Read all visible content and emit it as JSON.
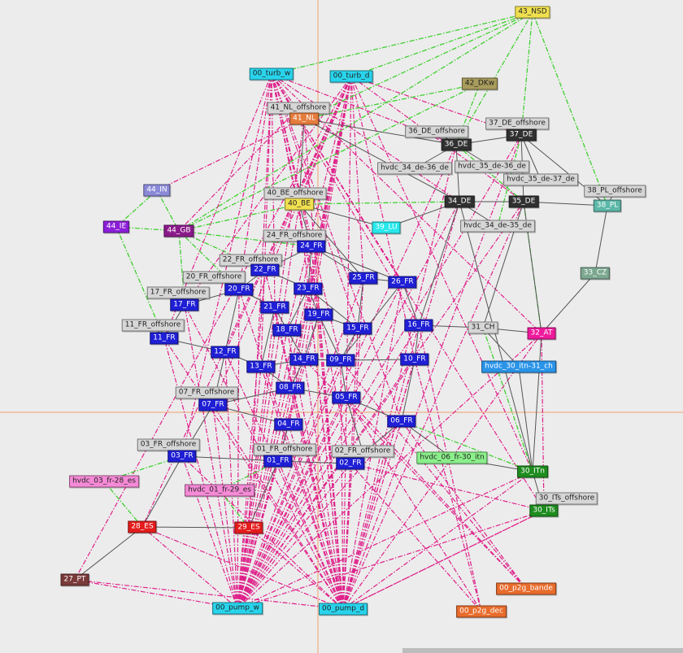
{
  "palette": {
    "blue": "#1f1fd6",
    "gray": "#d6d6d6",
    "dark": "#303030",
    "cyan": "#28d4ec",
    "orange": "#e47c3c",
    "violet": "#8c1ed8",
    "magenta": "#8a1a8a",
    "pink": "#f58ad6",
    "red": "#e41c1c",
    "brown": "#7a3a3a",
    "green": "#1e8c1e",
    "lime": "#8af08a",
    "yellow": "#f0e050",
    "olive": "#a89c5c",
    "teal": "#5cb8a8",
    "periwinkle": "#8a8ad8",
    "hotpink": "#ee1a9c",
    "lightblue": "#2a94e8",
    "sage": "#7ca890",
    "burntorange": "#e86c2c",
    "lightcyan": "#28e8ec",
    "line_gray": "#555555",
    "line_pink": "#e0208a",
    "line_green": "#40d030",
    "crosshair": "#f0a070"
  },
  "nodes": [
    {
      "id": "43_NSD",
      "label": "43_NSD",
      "color": "yellow",
      "text": "#222"
    },
    {
      "id": "00_turb_w",
      "label": "00_turb_w",
      "color": "cyan",
      "text": "#222"
    },
    {
      "id": "00_turb_d",
      "label": "00_turb_d",
      "color": "cyan",
      "text": "#222"
    },
    {
      "id": "42_DKw",
      "label": "42_DKw",
      "color": "olive",
      "text": "#222"
    },
    {
      "id": "41_NL_offshore",
      "label": "41_NL_offshore",
      "color": "gray",
      "text": "#222"
    },
    {
      "id": "41_NL",
      "label": "41_NL",
      "color": "orange",
      "text": "#fff"
    },
    {
      "id": "37_DE_offshore",
      "label": "37_DE_offshore",
      "color": "gray",
      "text": "#222"
    },
    {
      "id": "36_DE_offshore",
      "label": "36_DE_offshore",
      "color": "gray",
      "text": "#222"
    },
    {
      "id": "37_DE",
      "label": "37_DE",
      "color": "dark",
      "text": "#fff"
    },
    {
      "id": "36_DE",
      "label": "36_DE",
      "color": "dark",
      "text": "#fff"
    },
    {
      "id": "hvdc_34_de-36_de",
      "label": "hvdc_34_de-36_de",
      "color": "gray",
      "text": "#222"
    },
    {
      "id": "hvdc_35_de-36_de",
      "label": "hvdc_35_de-36_de",
      "color": "gray",
      "text": "#222"
    },
    {
      "id": "hvdc_35_de-37_de",
      "label": "hvdc_35_de-37_de",
      "color": "gray",
      "text": "#222"
    },
    {
      "id": "44_IN",
      "label": "44_IN",
      "color": "periwinkle",
      "text": "#fff"
    },
    {
      "id": "40_BE_offshore",
      "label": "40_BE_offshore",
      "color": "gray",
      "text": "#222"
    },
    {
      "id": "38_PL_offshore",
      "label": "38_PL_offshore",
      "color": "gray",
      "text": "#222"
    },
    {
      "id": "40_BE",
      "label": "40_BE",
      "color": "yellow",
      "text": "#222"
    },
    {
      "id": "34_DE",
      "label": "34_DE",
      "color": "dark",
      "text": "#fff"
    },
    {
      "id": "35_DE",
      "label": "35_DE",
      "color": "dark",
      "text": "#fff"
    },
    {
      "id": "38_PL",
      "label": "38_PL",
      "color": "teal",
      "text": "#fff"
    },
    {
      "id": "44_IE",
      "label": "44_IE",
      "color": "violet",
      "text": "#fff"
    },
    {
      "id": "44_GB",
      "label": "44_GB",
      "color": "magenta",
      "text": "#fff"
    },
    {
      "id": "39_LU",
      "label": "39_LU",
      "color": "lightcyan",
      "text": "#fff"
    },
    {
      "id": "hvdc_34_de-35_de",
      "label": "hvdc_34_de-35_de",
      "color": "gray",
      "text": "#222"
    },
    {
      "id": "24_FR_offshore",
      "label": "24_FR_offshore",
      "color": "gray",
      "text": "#222"
    },
    {
      "id": "24_FR",
      "label": "24_FR",
      "color": "blue",
      "text": "#fff"
    },
    {
      "id": "22_FR_offshore",
      "label": "22_FR_offshore",
      "color": "gray",
      "text": "#222"
    },
    {
      "id": "22_FR",
      "label": "22_FR",
      "color": "blue",
      "text": "#fff"
    },
    {
      "id": "33_CZ",
      "label": "33_CZ",
      "color": "sage",
      "text": "#fff"
    },
    {
      "id": "20_FR_offshore",
      "label": "20_FR_offshore",
      "color": "gray",
      "text": "#222"
    },
    {
      "id": "25_FR",
      "label": "25_FR",
      "color": "blue",
      "text": "#fff"
    },
    {
      "id": "26_FR",
      "label": "26_FR",
      "color": "blue",
      "text": "#fff"
    },
    {
      "id": "17_FR_offshore",
      "label": "17_FR_offshore",
      "color": "gray",
      "text": "#222"
    },
    {
      "id": "20_FR",
      "label": "20_FR",
      "color": "blue",
      "text": "#fff"
    },
    {
      "id": "23_FR",
      "label": "23_FR",
      "color": "blue",
      "text": "#fff"
    },
    {
      "id": "17_FR",
      "label": "17_FR",
      "color": "blue",
      "text": "#fff"
    },
    {
      "id": "21_FR",
      "label": "21_FR",
      "color": "blue",
      "text": "#fff"
    },
    {
      "id": "19_FR",
      "label": "19_FR",
      "color": "blue",
      "text": "#fff"
    },
    {
      "id": "11_FR_offshore",
      "label": "11_FR_offshore",
      "color": "gray",
      "text": "#222"
    },
    {
      "id": "16_FR",
      "label": "16_FR",
      "color": "blue",
      "text": "#fff"
    },
    {
      "id": "31_CH",
      "label": "31_CH",
      "color": "gray",
      "text": "#222"
    },
    {
      "id": "18_FR",
      "label": "18_FR",
      "color": "blue",
      "text": "#fff"
    },
    {
      "id": "15_FR",
      "label": "15_FR",
      "color": "blue",
      "text": "#fff"
    },
    {
      "id": "32_AT",
      "label": "32_AT",
      "color": "hotpink",
      "text": "#fff"
    },
    {
      "id": "11_FR",
      "label": "11_FR",
      "color": "blue",
      "text": "#fff"
    },
    {
      "id": "12_FR",
      "label": "12_FR",
      "color": "blue",
      "text": "#fff"
    },
    {
      "id": "14_FR",
      "label": "14_FR",
      "color": "blue",
      "text": "#fff"
    },
    {
      "id": "09_FR",
      "label": "09_FR",
      "color": "blue",
      "text": "#fff"
    },
    {
      "id": "10_FR",
      "label": "10_FR",
      "color": "blue",
      "text": "#fff"
    },
    {
      "id": "13_FR",
      "label": "13_FR",
      "color": "blue",
      "text": "#fff"
    },
    {
      "id": "hvdc_30_itn-31_ch",
      "label": "hvdc_30_itn-31_ch",
      "color": "lightblue",
      "text": "#fff"
    },
    {
      "id": "08_FR",
      "label": "08_FR",
      "color": "blue",
      "text": "#fff"
    },
    {
      "id": "07_FR_offshore",
      "label": "07_FR_offshore",
      "color": "gray",
      "text": "#222"
    },
    {
      "id": "05_FR",
      "label": "05_FR",
      "color": "blue",
      "text": "#fff"
    },
    {
      "id": "07_FR",
      "label": "07_FR",
      "color": "blue",
      "text": "#fff"
    },
    {
      "id": "06_FR",
      "label": "06_FR",
      "color": "blue",
      "text": "#fff"
    },
    {
      "id": "04_FR",
      "label": "04_FR",
      "color": "blue",
      "text": "#fff"
    },
    {
      "id": "03_FR_offshore",
      "label": "03_FR_offshore",
      "color": "gray",
      "text": "#222"
    },
    {
      "id": "01_FR_offshore",
      "label": "01_FR_offshore",
      "color": "gray",
      "text": "#222"
    },
    {
      "id": "02_FR_offshore",
      "label": "02_FR_offshore",
      "color": "gray",
      "text": "#222"
    },
    {
      "id": "03_FR",
      "label": "03_FR",
      "color": "blue",
      "text": "#fff"
    },
    {
      "id": "hvdc_06_fr-30_itn",
      "label": "hvdc_06_fr-30_itn",
      "color": "lime",
      "text": "#222"
    },
    {
      "id": "01_FR",
      "label": "01_FR",
      "color": "blue",
      "text": "#fff"
    },
    {
      "id": "02_FR",
      "label": "02_FR",
      "color": "blue",
      "text": "#fff"
    },
    {
      "id": "30_ITn",
      "label": "30_ITn",
      "color": "green",
      "text": "#fff"
    },
    {
      "id": "hvdc_03_fr-28_es",
      "label": "hvdc_03_fr-28_es",
      "color": "pink",
      "text": "#222"
    },
    {
      "id": "hvdc_01_fr-29_es",
      "label": "hvdc_01_fr-29_es",
      "color": "pink",
      "text": "#222"
    },
    {
      "id": "30_ITs_offshore",
      "label": "30_ITs_offshore",
      "color": "gray",
      "text": "#222"
    },
    {
      "id": "30_ITs",
      "label": "30_ITs",
      "color": "green",
      "text": "#fff"
    },
    {
      "id": "28_ES",
      "label": "28_ES",
      "color": "red",
      "text": "#fff"
    },
    {
      "id": "29_ES",
      "label": "29_ES",
      "color": "red",
      "text": "#fff"
    },
    {
      "id": "27_PT",
      "label": "27_PT",
      "color": "brown",
      "text": "#fff"
    },
    {
      "id": "00_p2g_bande",
      "label": "00_p2g_bande",
      "color": "burntorange",
      "text": "#fff"
    },
    {
      "id": "00_pump_w",
      "label": "00_pump_w",
      "color": "cyan",
      "text": "#222"
    },
    {
      "id": "00_pump_d",
      "label": "00_pump_d",
      "color": "cyan",
      "text": "#222"
    },
    {
      "id": "00_p2g_dec",
      "label": "00_p2g_dec",
      "color": "burntorange",
      "text": "#fff"
    }
  ],
  "edges_gray": [
    [
      "41_NL_offshore",
      "41_NL"
    ],
    [
      "41_NL",
      "40_BE"
    ],
    [
      "41_NL",
      "36_DE"
    ],
    [
      "41_NL",
      "34_DE"
    ],
    [
      "36_DE_offshore",
      "36_DE"
    ],
    [
      "37_DE_offshore",
      "37_DE"
    ],
    [
      "36_DE",
      "37_DE"
    ],
    [
      "36_DE",
      "34_DE"
    ],
    [
      "36_DE",
      "hvdc_34_de-36_de"
    ],
    [
      "36_DE",
      "hvdc_35_de-36_de"
    ],
    [
      "37_DE",
      "35_DE"
    ],
    [
      "37_DE",
      "hvdc_35_de-37_de"
    ],
    [
      "37_DE",
      "38_PL"
    ],
    [
      "34_DE",
      "35_DE"
    ],
    [
      "35_DE",
      "38_PL"
    ],
    [
      "38_PL_offshore",
      "38_PL"
    ],
    [
      "34_DE",
      "hvdc_34_de-35_de"
    ],
    [
      "40_BE_offshore",
      "40_BE"
    ],
    [
      "40_BE",
      "24_FR"
    ],
    [
      "40_BE",
      "39_LU"
    ],
    [
      "39_LU",
      "34_DE"
    ],
    [
      "40_BE",
      "25_FR"
    ],
    [
      "24_FR_offshore",
      "24_FR"
    ],
    [
      "24_FR",
      "22_FR"
    ],
    [
      "24_FR",
      "23_FR"
    ],
    [
      "24_FR",
      "25_FR"
    ],
    [
      "24_FR",
      "26_FR"
    ],
    [
      "22_FR_offshore",
      "22_FR"
    ],
    [
      "22_FR",
      "20_FR"
    ],
    [
      "22_FR",
      "23_FR"
    ],
    [
      "20_FR_offshore",
      "20_FR"
    ],
    [
      "20_FR",
      "17_FR"
    ],
    [
      "20_FR",
      "21_FR"
    ],
    [
      "20_FR",
      "12_FR"
    ],
    [
      "17_FR_offshore",
      "17_FR"
    ],
    [
      "17_FR",
      "11_FR"
    ],
    [
      "11_FR_offshore",
      "11_FR"
    ],
    [
      "11_FR",
      "12_FR"
    ],
    [
      "12_FR",
      "13_FR"
    ],
    [
      "12_FR",
      "07_FR"
    ],
    [
      "13_FR",
      "14_FR"
    ],
    [
      "21_FR",
      "18_FR"
    ],
    [
      "23_FR",
      "19_FR"
    ],
    [
      "23_FR",
      "18_FR"
    ],
    [
      "23_FR",
      "15_FR"
    ],
    [
      "25_FR",
      "15_FR"
    ],
    [
      "25_FR",
      "26_FR"
    ],
    [
      "26_FR",
      "16_FR"
    ],
    [
      "26_FR",
      "09_FR"
    ],
    [
      "19_FR",
      "14_FR"
    ],
    [
      "19_FR",
      "09_FR"
    ],
    [
      "19_FR",
      "15_FR"
    ],
    [
      "18_FR",
      "14_FR"
    ],
    [
      "14_FR",
      "08_FR"
    ],
    [
      "14_FR",
      "09_FR"
    ],
    [
      "15_FR",
      "09_FR"
    ],
    [
      "09_FR",
      "10_FR"
    ],
    [
      "09_FR",
      "05_FR"
    ],
    [
      "10_FR",
      "16_FR"
    ],
    [
      "10_FR",
      "06_FR"
    ],
    [
      "16_FR",
      "31_CH"
    ],
    [
      "16_FR",
      "34_DE"
    ],
    [
      "31_CH",
      "35_DE"
    ],
    [
      "31_CH",
      "32_AT"
    ],
    [
      "31_CH",
      "hvdc_30_itn-31_ch"
    ],
    [
      "32_AT",
      "35_DE"
    ],
    [
      "32_AT",
      "33_CZ"
    ],
    [
      "33_CZ",
      "38_PL"
    ],
    [
      "32_AT",
      "30_ITn"
    ],
    [
      "hvdc_30_itn-31_ch",
      "30_ITn"
    ],
    [
      "08_FR",
      "07_FR"
    ],
    [
      "08_FR",
      "05_FR"
    ],
    [
      "07_FR_offshore",
      "07_FR"
    ],
    [
      "07_FR",
      "04_FR"
    ],
    [
      "07_FR",
      "03_FR"
    ],
    [
      "05_FR",
      "06_FR"
    ],
    [
      "05_FR",
      "02_FR_offshore"
    ],
    [
      "06_FR",
      "hvdc_06_fr-30_itn"
    ],
    [
      "hvdc_06_fr-30_itn",
      "30_ITn"
    ],
    [
      "03_FR_offshore",
      "03_FR"
    ],
    [
      "03_FR",
      "01_FR"
    ],
    [
      "03_FR",
      "28_ES"
    ],
    [
      "01_FR_offshore",
      "01_FR"
    ],
    [
      "01_FR",
      "02_FR"
    ],
    [
      "01_FR",
      "04_FR"
    ],
    [
      "02_FR_offshore",
      "02_FR"
    ],
    [
      "02_FR",
      "06_FR"
    ],
    [
      "01_FR",
      "29_ES"
    ],
    [
      "28_ES",
      "29_ES"
    ],
    [
      "28_ES",
      "27_PT"
    ],
    [
      "30_ITn",
      "30_ITs"
    ],
    [
      "30_ITs_offshore",
      "30_ITs"
    ],
    [
      "30_ITn",
      "34_DE"
    ],
    [
      "13_FR",
      "08_FR"
    ],
    [
      "21_FR",
      "13_FR"
    ]
  ],
  "edges_green": [
    [
      "43_NSD",
      "00_turb_w"
    ],
    [
      "43_NSD",
      "00_turb_d"
    ],
    [
      "43_NSD",
      "44_GB"
    ],
    [
      "43_NSD",
      "36_DE"
    ],
    [
      "43_NSD",
      "37_DE"
    ],
    [
      "43_NSD",
      "38_PL"
    ],
    [
      "43_NSD",
      "41_NL"
    ],
    [
      "42_DKw",
      "36_DE"
    ],
    [
      "42_DKw",
      "41_NL"
    ],
    [
      "42_DKw",
      "44_GB"
    ],
    [
      "44_IN",
      "44_GB"
    ],
    [
      "44_IN",
      "44_IE"
    ],
    [
      "44_IE",
      "44_GB"
    ],
    [
      "44_IE",
      "11_FR"
    ],
    [
      "44_GB",
      "40_BE"
    ],
    [
      "44_GB",
      "22_FR"
    ],
    [
      "44_GB",
      "20_FR"
    ],
    [
      "44_GB",
      "17_FR"
    ],
    [
      "44_GB",
      "24_FR"
    ],
    [
      "40_BE",
      "34_DE"
    ],
    [
      "37_DE",
      "hvdc_34_de-35_de"
    ],
    [
      "35_DE",
      "32_AT"
    ],
    [
      "31_CH",
      "30_ITn"
    ],
    [
      "hvdc_03_fr-28_es",
      "03_FR"
    ],
    [
      "hvdc_03_fr-28_es",
      "28_ES"
    ],
    [
      "hvdc_01_fr-29_es",
      "01_FR"
    ],
    [
      "hvdc_01_fr-29_es",
      "29_ES"
    ],
    [
      "06_FR",
      "30_ITn"
    ],
    [
      "36_DE",
      "35_DE"
    ]
  ],
  "hub_pink": [
    "00_turb_w",
    "00_turb_d",
    "00_pump_w",
    "00_pump_d"
  ],
  "pink_targets": [
    "41_NL",
    "40_BE",
    "36_DE",
    "37_DE",
    "34_DE",
    "35_DE",
    "24_FR",
    "22_FR",
    "20_FR",
    "17_FR",
    "11_FR",
    "12_FR",
    "13_FR",
    "14_FR",
    "09_FR",
    "10_FR",
    "16_FR",
    "05_FR",
    "06_FR",
    "07_FR",
    "03_FR",
    "01_FR",
    "02_FR",
    "28_ES",
    "29_ES",
    "27_PT",
    "32_AT",
    "30_ITn",
    "30_ITs",
    "25_FR",
    "26_FR",
    "23_FR",
    "19_FR",
    "18_FR",
    "15_FR",
    "08_FR",
    "21_FR",
    "04_FR"
  ],
  "edges_pink_extra": [
    [
      "00_p2g_bande",
      "05_FR"
    ],
    [
      "00_p2g_bande",
      "09_FR"
    ],
    [
      "00_p2g_bande",
      "14_FR"
    ],
    [
      "00_p2g_bande",
      "06_FR"
    ],
    [
      "00_p2g_dec",
      "02_FR"
    ],
    [
      "00_p2g_dec",
      "10_FR"
    ],
    [
      "00_p2g_dec",
      "16_FR"
    ],
    [
      "00_p2g_dec",
      "05_FR"
    ],
    [
      "44_IN",
      "41_NL"
    ],
    [
      "44_GB",
      "41_NL_offshore"
    ],
    [
      "32_AT",
      "30_ITs"
    ],
    [
      "30_ITs",
      "02_FR"
    ],
    [
      "30_ITs",
      "00_pump_d"
    ]
  ]
}
